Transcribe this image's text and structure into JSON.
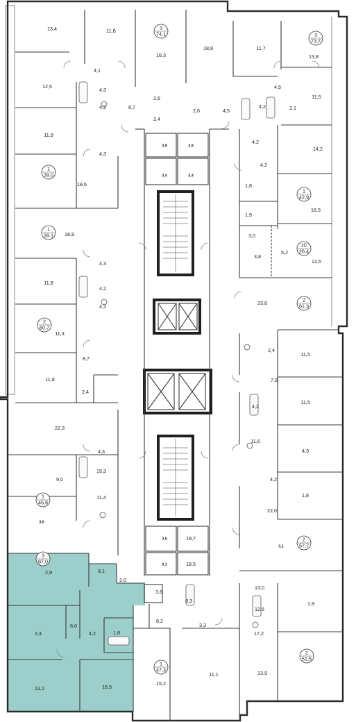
{
  "plan_title": "",
  "colors": {
    "highlight": "#9ccfcc",
    "wall": "#3a3a3a",
    "background": "#ffffff"
  },
  "units": [
    {
      "id": "u-left-top-3",
      "rooms": "3",
      "area": "74,1"
    },
    {
      "id": "u-right-top-3",
      "rooms": "3",
      "area": "73,7"
    },
    {
      "id": "u-right-1-42",
      "rooms": "1",
      "area": "42,9"
    },
    {
      "id": "u-right-1c",
      "rooms": "1С",
      "area": "26,4"
    },
    {
      "id": "u-left-1-39",
      "rooms": "1",
      "area": "39,0"
    },
    {
      "id": "u-left-1-391",
      "rooms": "1",
      "area": "39,1"
    },
    {
      "id": "u-right-2-61",
      "rooms": "2",
      "area": "61,3"
    },
    {
      "id": "u-left-2-60",
      "rooms": "2",
      "area": "60,7"
    },
    {
      "id": "u-left-1-45",
      "rooms": "1",
      "area": "45,8"
    },
    {
      "id": "u-right-2-57",
      "rooms": "2",
      "area": "57,7"
    },
    {
      "id": "u-left-3-87",
      "rooms": "3",
      "area": "87,0"
    },
    {
      "id": "u-bottom-1-47",
      "rooms": "1",
      "area": "47,3"
    },
    {
      "id": "u-right-2-51",
      "rooms": "2",
      "area": "51,5"
    }
  ],
  "rooms": [
    "13,4",
    "11,8",
    "16,3",
    "18,8",
    "11,7",
    "13,8",
    "12,5",
    "4,1",
    "4,3",
    "4,2",
    "6,7",
    "2,6",
    "2,4",
    "2,6",
    "4,5",
    "4,5",
    "4,2",
    "2,1",
    "11,5",
    "11,9",
    "4,3",
    "3,9",
    "3,9",
    "3,4",
    "3,4",
    "4,2",
    "14,2",
    "4,2",
    "18,6",
    "1,8",
    "18,5",
    "1,9",
    "18,8",
    "3,0",
    "5,2",
    "3,8",
    "12,5",
    "4,3",
    "11,8",
    "4,2",
    "23,8",
    "4,2",
    "11,3",
    "2,4",
    "11,5",
    "8,7",
    "11,8",
    "2,4",
    "7,8",
    "11,5",
    "22,3",
    "4,3",
    "4,2",
    "11,6",
    "4,3",
    "15,3",
    "9,0",
    "4,2",
    "11,4",
    "1,8",
    "22,0",
    "3,6",
    "3,6",
    "19,7",
    "3,1",
    "3,1",
    "18,5",
    "2,9",
    "8,1",
    "2,0",
    "3,6",
    "8,3",
    "13,0",
    "1,9",
    "12,6",
    "2,4",
    "6,0",
    "4,2",
    "1,8",
    "8,2",
    "3,3",
    "17,2",
    "13,1",
    "18,5",
    "15,2",
    "11,1",
    "13,9"
  ]
}
